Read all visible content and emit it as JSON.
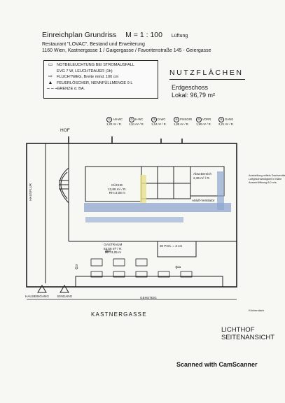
{
  "header": {
    "title": "Einreichplan Grundriss",
    "scale": "M = 1 : 100",
    "ventilation": "Lüftung",
    "restaurant": "Restaurant \"LOVAC\",  Bestand und Erweiterung",
    "address": "1160 Wien, Kastnergasse 1 / Gaigergasse / Favoritenstraße 145 - Geiergasse"
  },
  "legend": {
    "items": [
      {
        "symbol": "▭",
        "text": "NOTBELEUCHTUNG BEI STROMAUSFALL"
      },
      {
        "symbol": "",
        "text": "EVG 7 W,  LEUCHTDAUER (1h)"
      },
      {
        "symbol": "⇨",
        "text": "FLUCHTWEG, Breite mind. 100 cm"
      },
      {
        "symbol": "▲",
        "text": "FEUERLÖSCHER, NENNFÜLLMENGE 9 L"
      },
      {
        "symbol": "– – –",
        "text": "GRENZE d. BA."
      }
    ]
  },
  "areas": {
    "heading": "NUTZFLÄCHEN",
    "floor": "Erdgeschoss",
    "local": "Lokal: 96,79 m²"
  },
  "room_keys": [
    {
      "num": "①",
      "label": "AN-WC",
      "area": "1,20 m² / R."
    },
    {
      "num": "②",
      "label": "H-WC",
      "area": "1,51 m² / R."
    },
    {
      "num": "③",
      "label": "D-WC",
      "area": "1,24 m² / R."
    },
    {
      "num": "④",
      "label": "PISSOIR",
      "area": "1,85 m² / R."
    },
    {
      "num": "⑤",
      "label": "VORR.",
      "area": "1,90 m² / R."
    },
    {
      "num": "⑥",
      "label": "GANG",
      "area": "2,21 m² / R."
    }
  ],
  "plan": {
    "hof": "HOF",
    "hausflur": "HAUSFLUR",
    "kueche": "KÜCHE",
    "kueche_area": "13,88 m² / R.",
    "kueche_rh": "RH=3,05 m",
    "abst": "Abst.Bereich",
    "abst_area": "2,36 m² / R.",
    "gastraum": "GASTRAUM",
    "gastraum_area": "63,56 m² / R.",
    "gastraum_rh": "RH=3,05 m",
    "seats": "30 Pers. = 3 cm",
    "abluft": "Abluft-Ventilator",
    "hauseingang": "HAUSEINGANG",
    "eingang": "EINGANG",
    "gehsteig": "GEHSTEIG",
    "gasse": "KASTNERGASSE",
    "ausstellung": "Ausstellung mittels Dachventilator, Luftgeschwindigkeit in Nähe Auswurföffnung 8,0 m/s",
    "kuechendach": "Küchendach"
  },
  "footer": {
    "lichthof": "LICHTHOF",
    "seitenansicht": "SEITENANSICHT",
    "scanner": "Scanned with CamScanner"
  },
  "colors": {
    "duct_blue": "#8fa6cf",
    "duct_yellow": "#e6e08a",
    "line": "#222222"
  }
}
